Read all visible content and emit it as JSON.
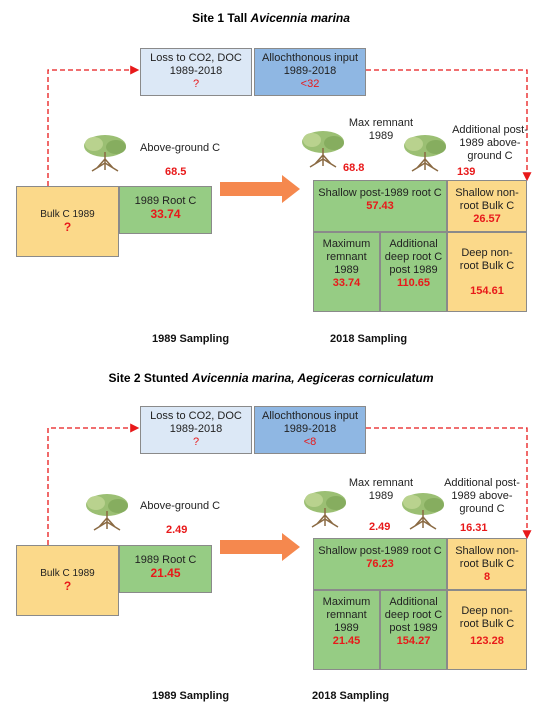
{
  "sites": [
    {
      "title_prefix": "Site 1 Tall ",
      "title_species": "Avicennia marina",
      "loss_label": "Loss to CO2, DOC 1989-2018",
      "loss_value": "?",
      "allo_label": "Allochthonous input 1989-2018",
      "allo_value": "<32",
      "above_label": "Above-ground C",
      "above_value": "68.5",
      "bulk_label": "Bulk C 1989",
      "bulk_value": "?",
      "root_label": "1989 Root C",
      "root_value": "33.74",
      "max_remnant_label": "Max remnant 1989",
      "max_remnant_value": "68.8",
      "add_above_label": "Additional post-1989 above-ground C",
      "add_above_value": "139",
      "shallow_root_label": "Shallow post-1989 root C",
      "shallow_root_value": "57.43",
      "shallow_nonroot_label": "Shallow non-root Bulk C",
      "shallow_nonroot_value": "26.57",
      "max_rem_root_label": "Maximum remnant 1989",
      "max_rem_root_value": "33.74",
      "add_deep_label": "Additional deep root C post 1989",
      "add_deep_value": "110.65",
      "deep_nonroot_label": "Deep non-root Bulk C",
      "deep_nonroot_value": "154.61",
      "sampling_1989": "1989 Sampling",
      "sampling_2018": "2018 Sampling"
    },
    {
      "title_prefix": "Site 2 Stunted ",
      "title_species": "Avicennia marina, Aegiceras corniculatum",
      "loss_label": "Loss to CO2, DOC 1989-2018",
      "loss_value": "?",
      "allo_label": "Allochthonous input 1989-2018",
      "allo_value": "<8",
      "above_label": "Above-ground C",
      "above_value": "2.49",
      "bulk_label": "Bulk C 1989",
      "bulk_value": "?",
      "root_label": "1989 Root C",
      "root_value": "21.45",
      "max_remnant_label": "Max remnant 1989",
      "max_remnant_value": "2.49",
      "add_above_label": "Additional post-1989 above-ground C",
      "add_above_value": "16.31",
      "shallow_root_label": "Shallow post-1989 root C",
      "shallow_root_value": "76.23",
      "shallow_nonroot_label": "Shallow non-root Bulk C",
      "shallow_nonroot_value": "8",
      "max_rem_root_label": "Maximum remnant 1989",
      "max_rem_root_value": "21.45",
      "add_deep_label": "Additional deep root C post 1989",
      "add_deep_value": "154.27",
      "deep_nonroot_label": "Deep non-root Bulk C",
      "deep_nonroot_value": "123.28",
      "sampling_1989": "1989 Sampling",
      "sampling_2018": "2018 Sampling"
    }
  ],
  "colors": {
    "value_red": "#e8191a",
    "loss_box": "#dce8f6",
    "allochthonous_box": "#8fb7e3",
    "root_green": "#96cc84",
    "bulk_yellow": "#fbd98a",
    "arrow_orange": "#f5884e",
    "dashed_red": "#e8191a"
  },
  "icons": [
    "mangrove-tree-icon"
  ]
}
